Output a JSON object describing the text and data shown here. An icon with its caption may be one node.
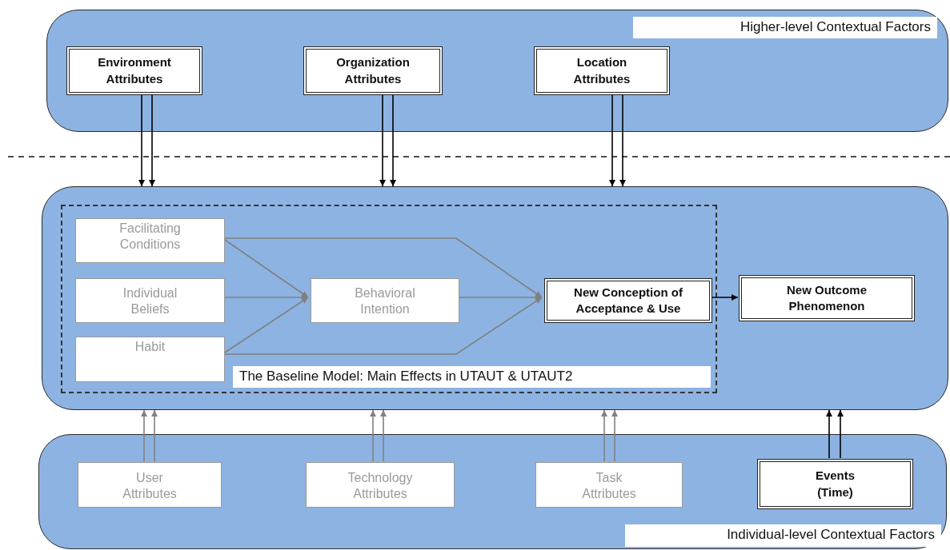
{
  "diagram": {
    "nodes": [
      {
        "text": [
          "Higher-level Contextual Factors"
        ]
      },
      {
        "text": [
          "Environment Attributes"
        ],
        "in": 0
      },
      {
        "text": [
          "Organization Attributes"
        ],
        "in": 0
      },
      {
        "text": [
          "Location Attributes"
        ],
        "in": 0
      },
      {
        "text": [],
        "shape": "box"
      },
      {
        "text": [
          "The Baseline Model: Main Effects in UTAUT & UTAUT2"
        ],
        "in": 4
      },
      {
        "text": [
          "Facilitating Conditions"
        ],
        "in": 5
      },
      {
        "text": [
          "Individual Beliefs"
        ],
        "in": 5
      },
      {
        "text": [
          "Habit"
        ],
        "in": 5
      },
      {
        "text": [
          "Behavioral Intention"
        ],
        "in": 5
      },
      {
        "text": [
          "New Conception of Acceptance & Use"
        ],
        "in": 5
      },
      {
        "text": [
          "New Outcome Phenomenon"
        ],
        "in": 4
      },
      {
        "text": [
          "Individual-level Contextual Factors"
        ]
      },
      {
        "text": [
          "User Attributes"
        ],
        "in": 12
      },
      {
        "text": [
          "Technology Attributes"
        ],
        "in": 12
      },
      {
        "text": [
          "Task Attributes"
        ],
        "in": 12
      },
      {
        "text": [
          "Events (Time)"
        ],
        "in": 12
      }
    ],
    "edges": [
      {
        "from": 1,
        "to": 4,
        "arrow": "to",
        "color": "#000000"
      },
      {
        "from": 1,
        "to": 4,
        "arrow": "to",
        "color": "#000000"
      },
      {
        "from": 2,
        "to": 4,
        "arrow": "to",
        "color": "#000000"
      },
      {
        "from": 2,
        "to": 4,
        "arrow": "to",
        "color": "#000000"
      },
      {
        "from": 3,
        "to": 4,
        "arrow": "to",
        "color": "#000000"
      },
      {
        "from": 3,
        "to": 4,
        "arrow": "to",
        "color": "#000000"
      },
      {
        "from": 6,
        "to": 9,
        "arrow": "to"
      },
      {
        "from": 7,
        "to": 9,
        "arrow": "to"
      },
      {
        "from": 8,
        "to": 9,
        "arrow": "to"
      },
      {
        "from": 6,
        "to": 10,
        "arrow": "to"
      },
      {
        "from": 8,
        "to": 10,
        "arrow": "to"
      },
      {
        "from": 9,
        "to": 10,
        "arrow": "to"
      },
      {
        "from": 10,
        "to": 11,
        "arrow": "to",
        "color": "#000000"
      },
      {
        "from": 13,
        "to": 4,
        "arrow": "to"
      },
      {
        "from": 13,
        "to": 4,
        "arrow": "to"
      },
      {
        "from": 14,
        "to": 4,
        "arrow": "to"
      },
      {
        "from": 14,
        "to": 4,
        "arrow": "to"
      },
      {
        "from": 15,
        "to": 4,
        "arrow": "to"
      },
      {
        "from": 15,
        "to": 4,
        "arrow": "to"
      },
      {
        "from": 16,
        "to": 4,
        "arrow": "to",
        "color": "#000000"
      },
      {
        "from": 16,
        "to": 4,
        "arrow": "to",
        "color": "#000000"
      }
    ]
  }
}
